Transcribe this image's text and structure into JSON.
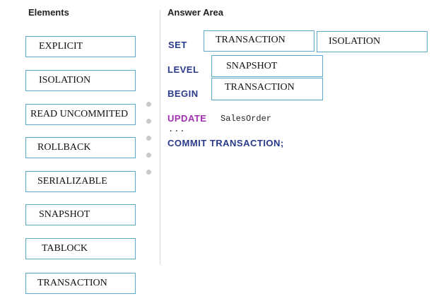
{
  "elements_panel": {
    "title": "Elements",
    "items": [
      {
        "label": "EXPLICIT"
      },
      {
        "label": "ISOLATION"
      },
      {
        "label": "READ UNCOMMITED"
      },
      {
        "label": "ROLLBACK"
      },
      {
        "label": "SERIALIZABLE"
      },
      {
        "label": "SNAPSHOT"
      },
      {
        "label": "TABLOCK"
      },
      {
        "label": "TRANSACTION"
      }
    ]
  },
  "answer_area": {
    "title": "Answer Area",
    "line_set": {
      "keyword": "SET",
      "slot1": "TRANSACTION",
      "slot2": "ISOLATION"
    },
    "line_level": {
      "keyword": "LEVEL",
      "slot": "SNAPSHOT"
    },
    "line_begin": {
      "keyword": "BEGIN",
      "slot": "TRANSACTION"
    },
    "line_update": {
      "keyword": "UPDATE",
      "table": "SalesOrder"
    },
    "ellipsis": "...",
    "line_commit": "COMMIT TRANSACTION;"
  },
  "colors": {
    "box_border": "#5aa9c9",
    "keyword_blue": "#2a3a8a",
    "keyword_purple": "#a030b0"
  }
}
